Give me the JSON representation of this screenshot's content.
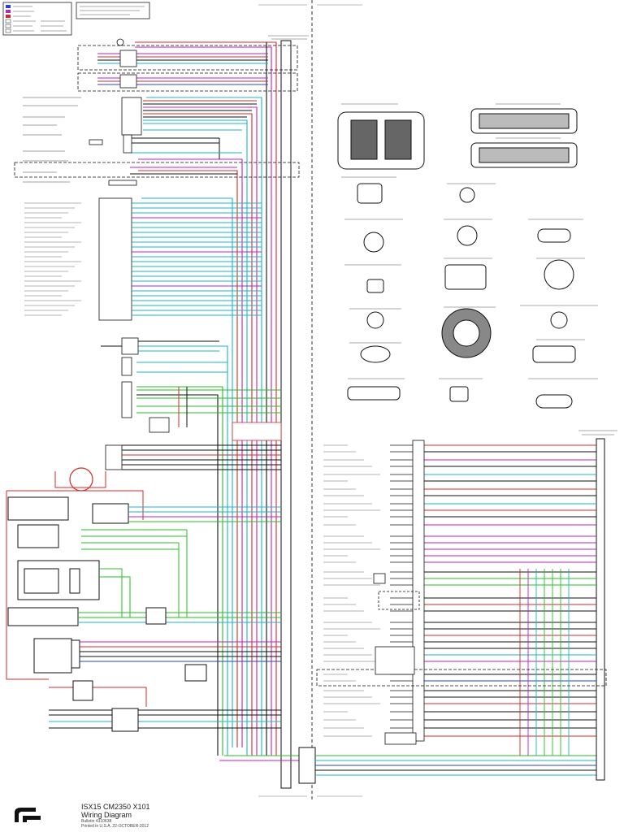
{
  "title_block": {
    "line1": "ISX15 CM2350 X101",
    "line2": "Wiring Diagram",
    "line3": "Bulletin 4310638",
    "line4": "Printed in U.S.A. 22-OCTOBER-2012"
  },
  "colors": {
    "red": "#d42a2a",
    "magenta": "#c020c0",
    "cyan": "#18b4cc",
    "green": "#22c022",
    "black": "#111111",
    "blue": "#2244dd",
    "gray": "#888888",
    "brand_red": "#c8102e"
  }
}
